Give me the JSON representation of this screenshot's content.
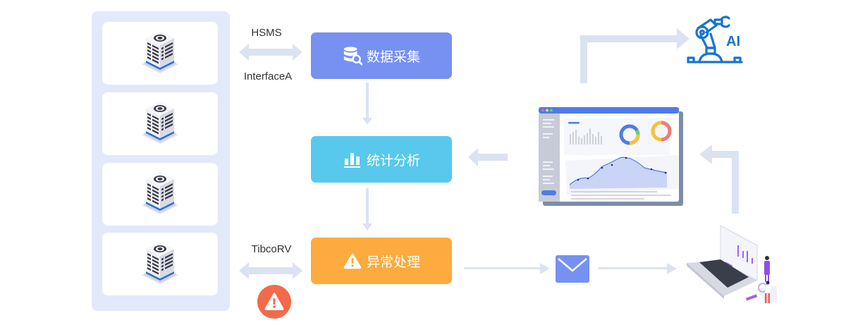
{
  "equipment_panel": {
    "cards": [
      {
        "icon": "server-building-icon"
      },
      {
        "icon": "server-building-icon"
      },
      {
        "icon": "server-building-icon"
      },
      {
        "icon": "server-building-icon"
      }
    ]
  },
  "protocols": {
    "top_label_1": "HSMS",
    "top_label_2": "InterfaceA",
    "bottom_label": "TibcoRV"
  },
  "process": {
    "collect": {
      "label": "数据采集",
      "icon": "database-search-icon",
      "color": "#7791f2"
    },
    "analyze": {
      "label": "统计分析",
      "icon": "bar-chart-icon",
      "color": "#58c9ec"
    },
    "exception": {
      "label": "异常处理",
      "icon": "warning-icon",
      "color": "#fdaa3e"
    }
  },
  "ai": {
    "label": "AI",
    "icon": "robot-arm-icon",
    "color": "#1a73d1"
  },
  "alert": {
    "icon": "warning-circle-icon",
    "color": "#f26a4b"
  },
  "mail": {
    "icon": "envelope-icon",
    "color": "#7791f2"
  },
  "colors": {
    "arrow": "#dbe2f1",
    "panel_bg": "#e3e8fb"
  }
}
